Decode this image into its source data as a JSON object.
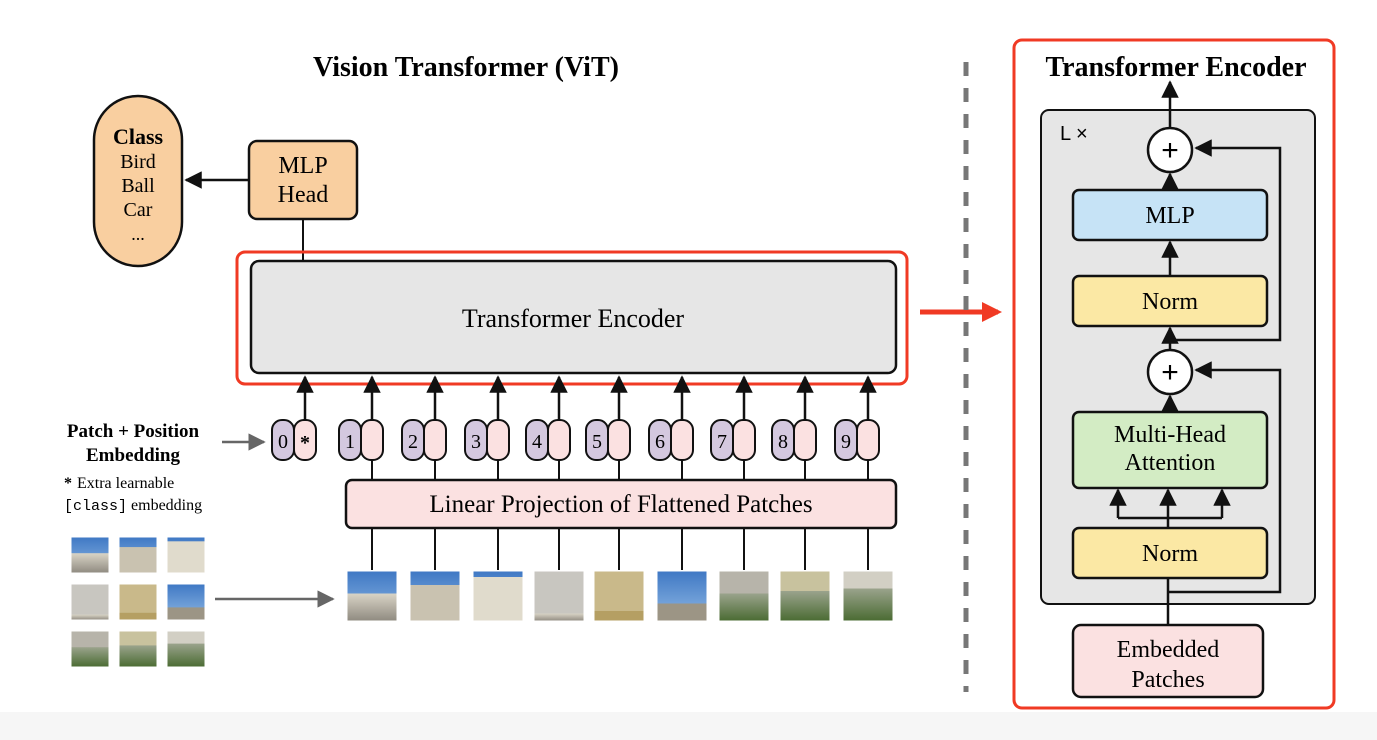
{
  "left_title": "Vision Transformer (ViT)",
  "right_title": "Transformer Encoder",
  "class_box": {
    "title": "Class",
    "items": [
      "Bird",
      "Ball",
      "Car",
      "..."
    ]
  },
  "mlp_head": {
    "line1": "MLP",
    "line2": "Head"
  },
  "encoder_label": "Transformer Encoder",
  "patch_embedding": {
    "line1": "Patch + Position",
    "line2": "Embedding"
  },
  "extra_note": {
    "star": "*",
    "line1": "Extra learnable",
    "code": "[class]",
    "line2_rest": " embedding"
  },
  "tokens": [
    "0",
    "1",
    "2",
    "3",
    "4",
    "5",
    "6",
    "7",
    "8",
    "9"
  ],
  "class_token_mark": "*",
  "linear_projection": "Linear Projection of Flattened Patches",
  "encoder_detail": {
    "repeat": "L ×",
    "plus": "+",
    "mlp": "MLP",
    "norm": "Norm",
    "attention_line1": "Multi-Head",
    "attention_line2": "Attention",
    "embedded_line1": "Embedded",
    "embedded_line2": "Patches"
  },
  "colors": {
    "highlight_red": "#f03a24",
    "class_orange": "#f9cfa0",
    "token_purple": "#d4c8df",
    "token_pink": "#fbe1e1",
    "encoder_gray": "#e6e6e6",
    "mlp_blue": "#c6e3f6",
    "norm_yellow": "#fbe8a4",
    "attention_green": "#d3ecc4"
  }
}
